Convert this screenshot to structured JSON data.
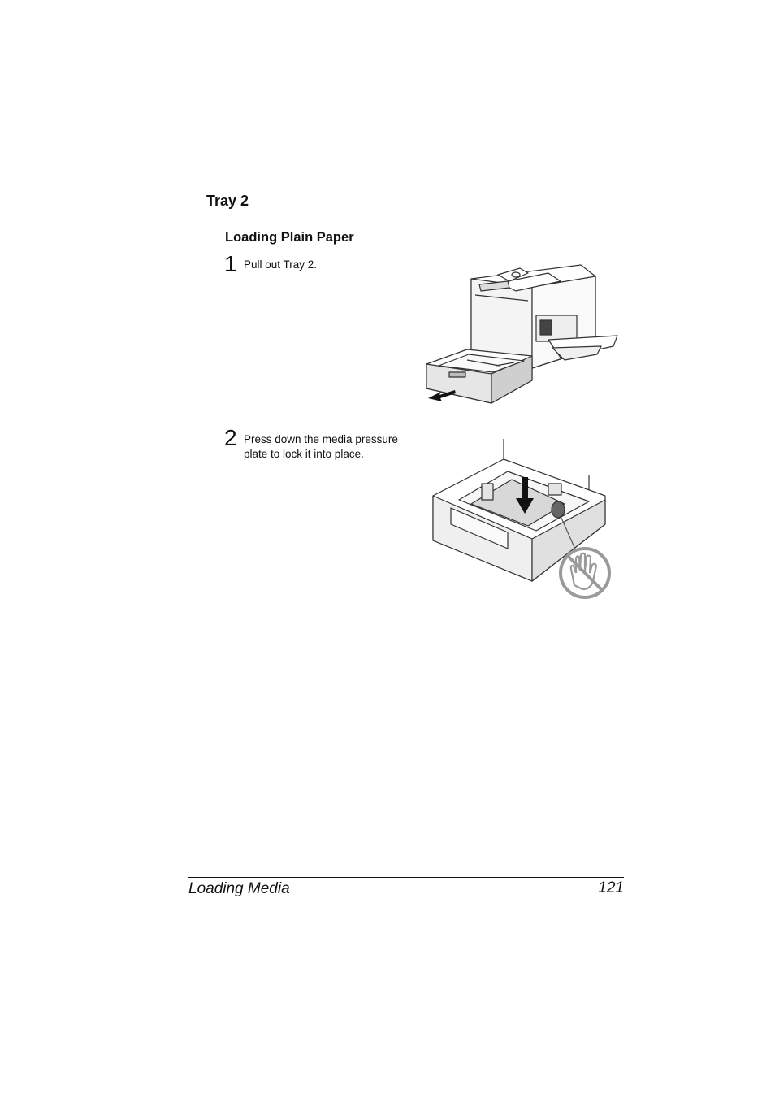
{
  "section": {
    "title": "Tray 2"
  },
  "subsection": {
    "title": "Loading Plain Paper"
  },
  "steps": [
    {
      "number": "1",
      "text": "Pull out Tray 2."
    },
    {
      "number": "2",
      "text": "Press down the media pressure plate to lock it into place."
    }
  ],
  "footer": {
    "title": "Loading Media",
    "page": "121"
  },
  "illustrations": [
    {
      "icon": "printer-tray-pull-illustration"
    },
    {
      "icon": "media-pressure-plate-illustration",
      "warning_icon": "no-touch-hand-icon"
    }
  ]
}
